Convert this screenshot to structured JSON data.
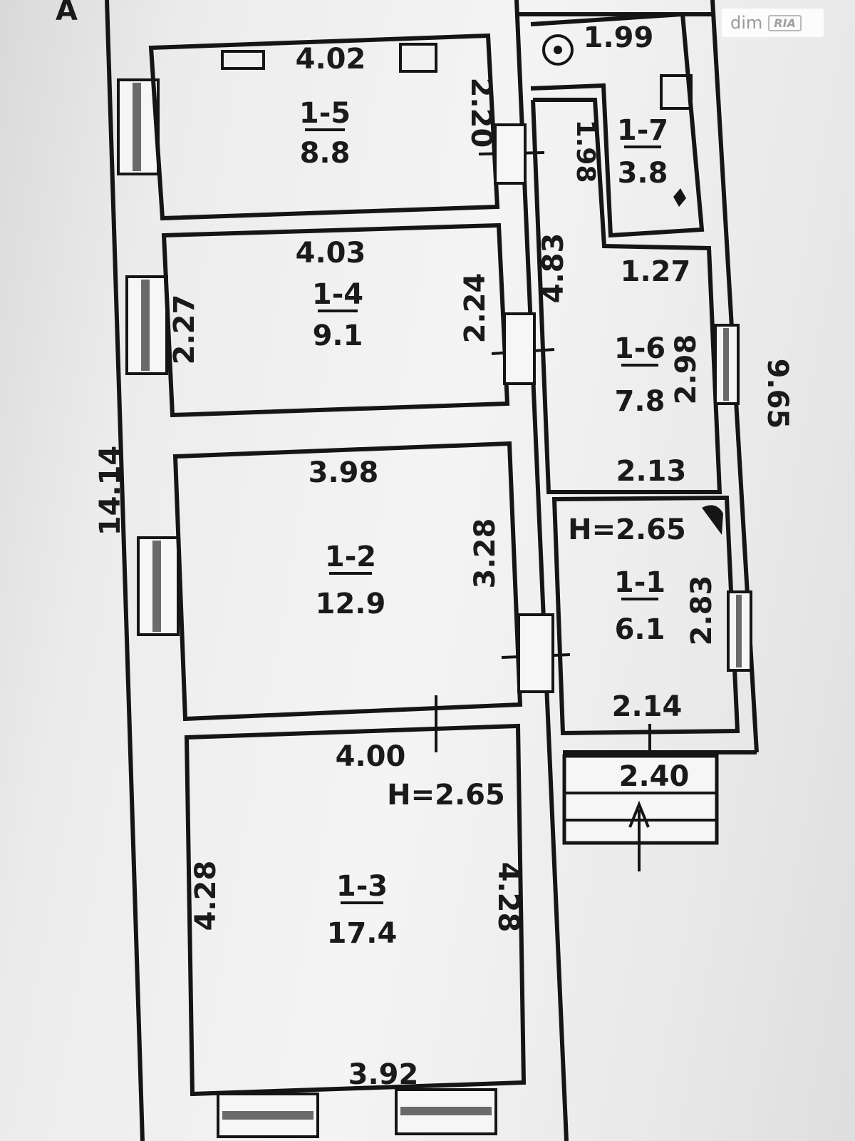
{
  "corner_label": "A",
  "watermark": {
    "text": "dim",
    "badge": "RIA"
  },
  "outer": {
    "left_length": "14.14",
    "right_length": "9.65"
  },
  "rooms": {
    "r15": {
      "id": "1-5",
      "area": "8.8",
      "width": "4.02",
      "depth": "2.20"
    },
    "r14": {
      "id": "1-4",
      "area": "9.1",
      "width": "4.03",
      "depth_left": "2.27",
      "depth_right": "2.24"
    },
    "r12": {
      "id": "1-2",
      "area": "12.9",
      "width": "3.98",
      "depth": "3.28"
    },
    "r13": {
      "id": "1-3",
      "area": "17.4",
      "width_top": "4.00",
      "width_bottom": "3.92",
      "depth_left": "4.28",
      "depth_right": "4.28",
      "height": "H=2.65"
    },
    "r17": {
      "id": "1-7",
      "area": "3.8",
      "width": "1.99",
      "depth": "1.98"
    },
    "r16": {
      "id": "1-6",
      "area": "7.8",
      "width_top": "1.27",
      "width_bottom": "2.13",
      "depth": "2.98",
      "corridor": "4.83"
    },
    "r11": {
      "id": "1-1",
      "area": "6.1",
      "width": "2.14",
      "depth": "2.83",
      "height": "H=2.65"
    }
  },
  "porch": {
    "width": "2.40"
  }
}
